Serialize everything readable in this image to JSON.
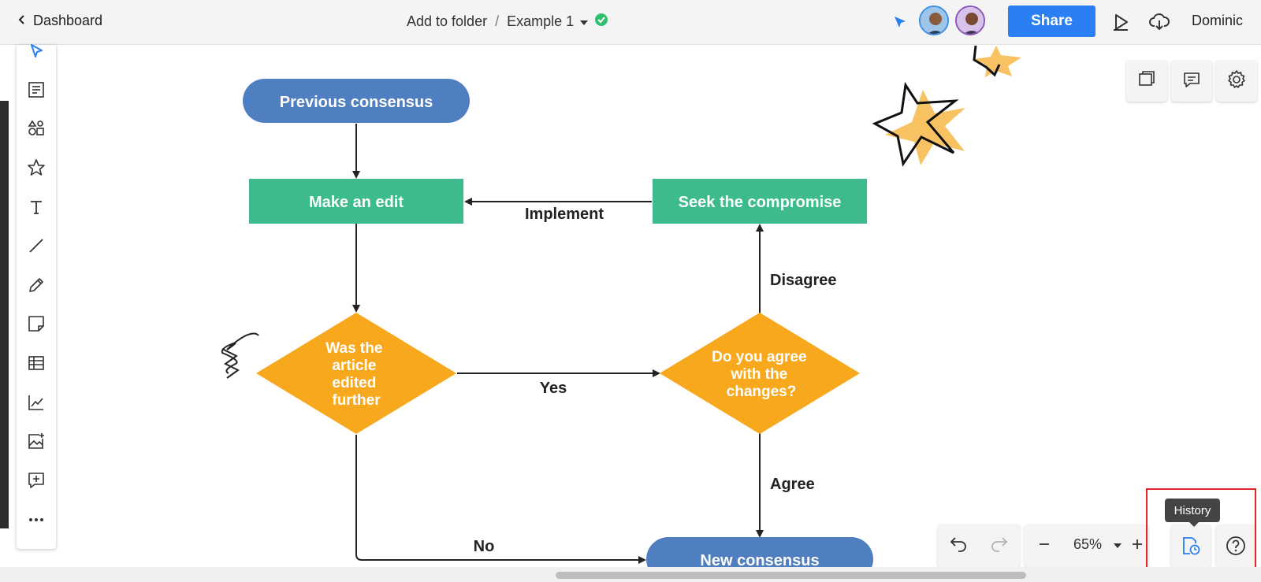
{
  "topbar": {
    "back_label": "Dashboard",
    "folder_label": "Add to folder",
    "separator": "/",
    "document_name": "Example 1",
    "share_label": "Share",
    "user_name": "Dominic"
  },
  "diagram": {
    "nodes": {
      "previous_consensus": "Previous consensus",
      "make_edit": "Make an edit",
      "seek_compromise": "Seek the compromise",
      "decision_edited": [
        "Was the",
        "article",
        "edited",
        "further"
      ],
      "decision_agree": [
        "Do you agree",
        "with the",
        "changes?"
      ],
      "new_consensus": "New consensus"
    },
    "edge_labels": {
      "implement": "Implement",
      "disagree": "Disagree",
      "yes": "Yes",
      "agree": "Agree",
      "no": "No"
    }
  },
  "zoom": {
    "value": "65%"
  },
  "tooltip": {
    "history": "History"
  },
  "colors": {
    "accent": "#2a7ff2",
    "terminal": "#4f7fc1",
    "process": "#3dbb8d",
    "decision": "#f8a81d",
    "star": "#f8c262",
    "highlight": "#e4242b"
  },
  "icons": {
    "toolbar": [
      "select-arrow-icon",
      "text-block-icon",
      "shapes-icon",
      "star-icon",
      "text-icon",
      "line-icon",
      "pencil-icon",
      "sticky-note-icon",
      "table-icon",
      "chart-icon",
      "image-upload-icon",
      "add-comment-icon",
      "more-icon"
    ],
    "right_panel": [
      "pages-icon",
      "comments-icon",
      "settings-icon"
    ]
  }
}
